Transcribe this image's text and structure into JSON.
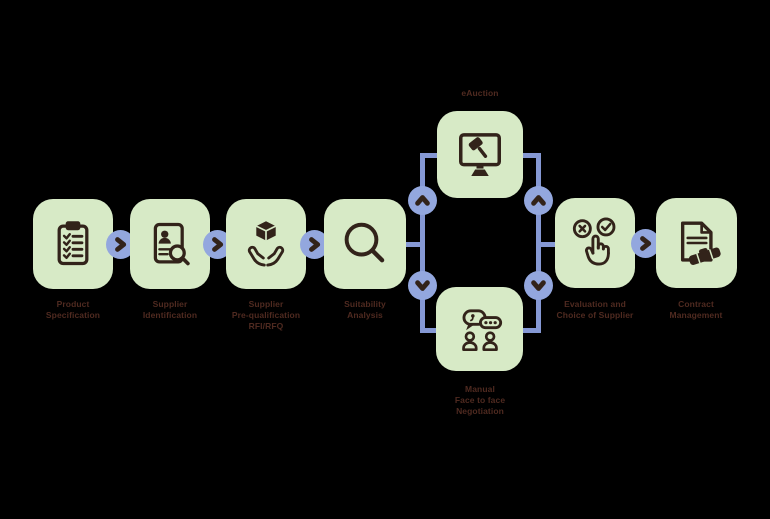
{
  "process": {
    "colors": {
      "background": "#000000",
      "box_fill": "#d7eac6",
      "connector_line": "#8598d4",
      "arrow_circle": "#93a7de",
      "icon_stroke": "#32231a",
      "label_text": "#4f2a20"
    },
    "steps": [
      {
        "label": "Product\nSpecification",
        "icon": "clipboard-checklist-icon"
      },
      {
        "label": "Supplier\nIdentification",
        "icon": "id-card-search-icon"
      },
      {
        "label": "Supplier\nPre-qualification\nRFI/RFQ",
        "icon": "hands-holding-box-icon"
      },
      {
        "label": "Suitability\nAnalysis",
        "icon": "magnifier-icon"
      },
      {
        "label": "eAuction",
        "icon": "online-auction-monitor-gavel-icon"
      },
      {
        "label": "Manual\nFace to face\nNegotiation",
        "icon": "chat-negotiation-people-icon"
      },
      {
        "label": "Evaluation and\nChoice of Supplier",
        "icon": "choice-hand-check-cross-icon"
      },
      {
        "label": "Contract\nManagement",
        "icon": "contract-handshake-icon"
      }
    ]
  }
}
